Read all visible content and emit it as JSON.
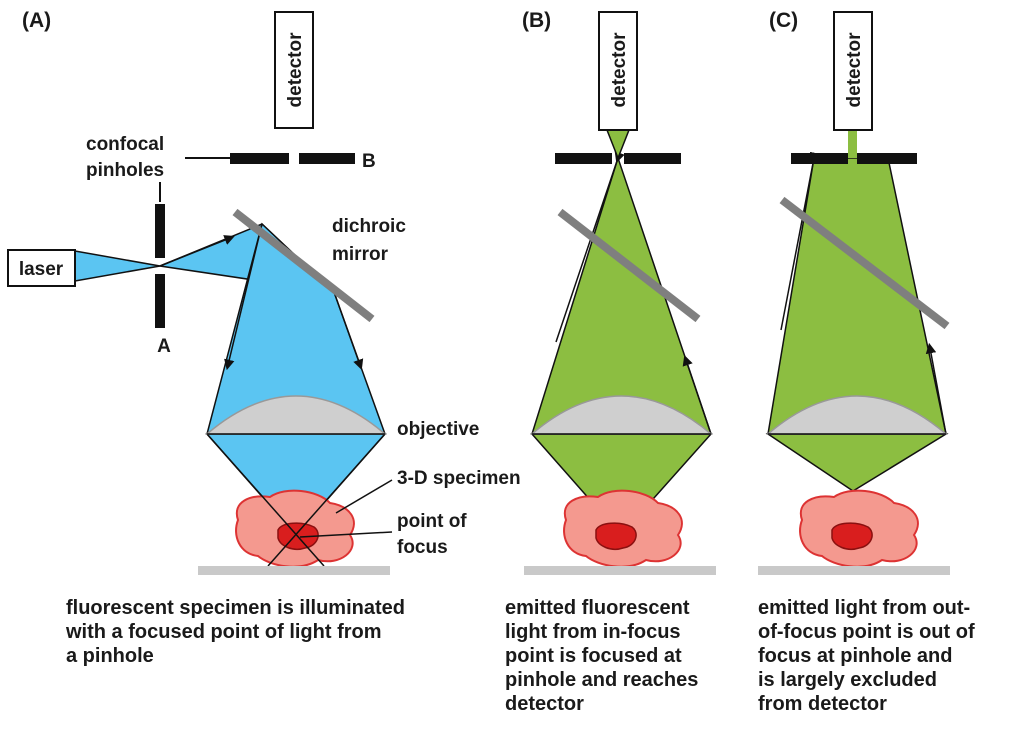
{
  "panels": {
    "a": {
      "tag": "(A)",
      "detector": "detector",
      "laser": "laser",
      "pinholes_label": [
        "confocal",
        "pinholes"
      ],
      "pinhole_a": "A",
      "pinhole_b": "B",
      "mirror_label": [
        "dichroic",
        "mirror"
      ],
      "objective": "objective",
      "specimen": "3-D specimen",
      "focus_label": [
        "point of",
        "focus"
      ],
      "caption": [
        "fluorescent specimen is illuminated",
        "with a focused point of light from",
        "a pinhole"
      ]
    },
    "b": {
      "tag": "(B)",
      "detector": "detector",
      "caption": [
        "emitted fluorescent",
        "light from in-focus",
        "point is focused at",
        "pinhole and reaches",
        "detector"
      ]
    },
    "c": {
      "tag": "(C)",
      "detector": "detector",
      "caption": [
        "emitted light from out-",
        "of-focus point is out of",
        "focus at pinhole and",
        "is largely excluded",
        "from detector"
      ]
    }
  },
  "colors": {
    "illumination_beam": "#5bc5f2",
    "mirror_reflection": "#1e96dc",
    "emission_beam": "#8cbe41",
    "lens": "#cfcfcf",
    "specimen": "#f4998f",
    "focus_point": "#d91e1e",
    "mirror": "#7f7f7f",
    "stage": "#c9c9c9"
  }
}
